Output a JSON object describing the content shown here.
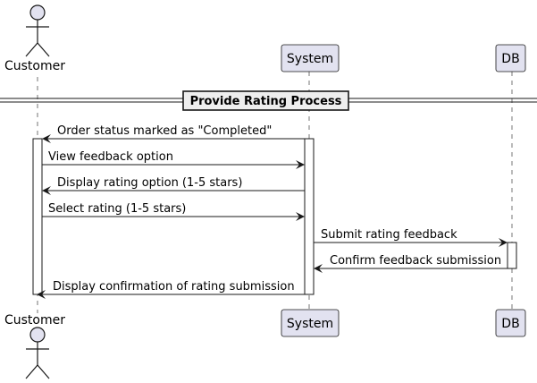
{
  "participants": {
    "customer": {
      "name": "Customer",
      "kind": "actor"
    },
    "system": {
      "name": "System",
      "kind": "participant"
    },
    "db": {
      "name": "DB",
      "kind": "participant"
    }
  },
  "divider": {
    "title": "Provide Rating Process"
  },
  "messages": [
    {
      "from": "system",
      "to": "customer",
      "text": "Order status marked as \"Completed\""
    },
    {
      "from": "customer",
      "to": "system",
      "text": "View feedback option"
    },
    {
      "from": "system",
      "to": "customer",
      "text": "Display rating option (1-5 stars)"
    },
    {
      "from": "customer",
      "to": "system",
      "text": "Select rating (1-5 stars)"
    },
    {
      "from": "system",
      "to": "db",
      "text": "Submit rating feedback"
    },
    {
      "from": "db",
      "to": "system",
      "text": "Confirm feedback submission"
    },
    {
      "from": "system",
      "to": "customer",
      "text": "Display confirmation of rating submission"
    }
  ],
  "colors": {
    "participant_fill": "#E2E2F0",
    "participant_border": "#181818",
    "lifeline": "#181818",
    "arrow": "#181818",
    "divider_fill": "#EEEEEE"
  }
}
